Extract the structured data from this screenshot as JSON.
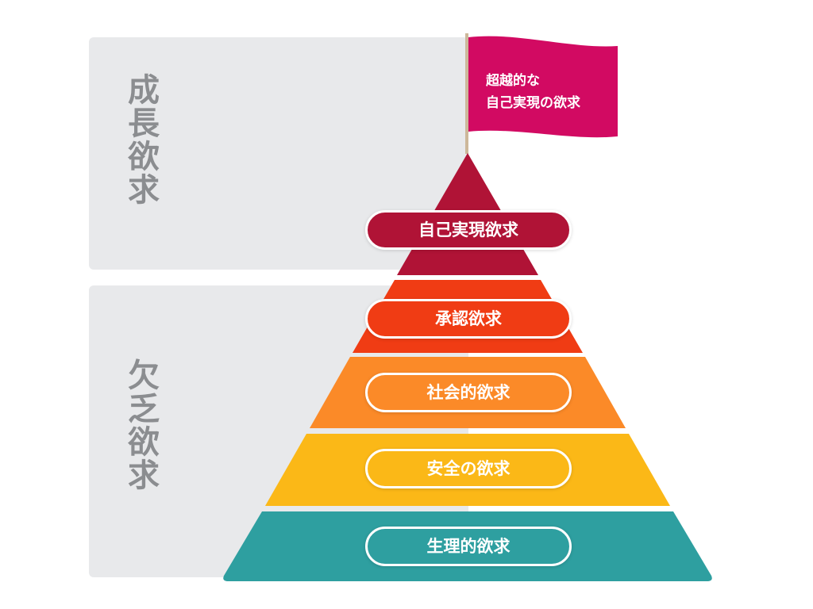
{
  "panels": {
    "growth": {
      "label": "成長欲求"
    },
    "deficiency": {
      "label": "欠乏欲求"
    }
  },
  "flag": {
    "line1": "超越的な",
    "line2": "自己実現の欲求",
    "color": "#d20a62"
  },
  "levels": [
    {
      "label": "自己実現欲求",
      "color": "#b01336"
    },
    {
      "label": "承認欲求",
      "color": "#f03c14"
    },
    {
      "label": "社会的欲求",
      "color": "#fb8a28"
    },
    {
      "label": "安全の欲求",
      "color": "#fbb817"
    },
    {
      "label": "生理的欲求",
      "color": "#2e9fa0"
    }
  ]
}
